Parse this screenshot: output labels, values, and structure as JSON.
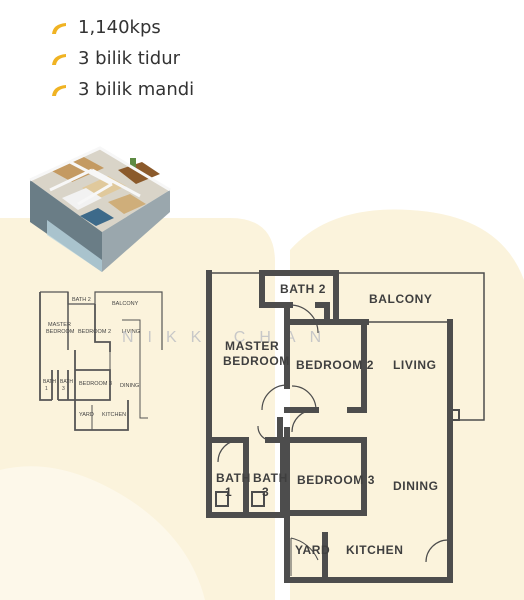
{
  "features": [
    {
      "icon": "swoosh-icon",
      "text": "1,140kps"
    },
    {
      "icon": "swoosh-icon",
      "text": "3 bilik tidur"
    },
    {
      "icon": "swoosh-icon",
      "text": "3 bilik mandi"
    }
  ],
  "watermark": "NIKK CHAN",
  "colors": {
    "accent": "#f0b323",
    "cream": "#fbf3dc",
    "wall": "#4d4d4d"
  },
  "floor_plan": {
    "rooms": {
      "bath2": "BATH 2",
      "balcony": "BALCONY",
      "master_line1": "MASTER",
      "master_line2": "BEDROOM",
      "bedroom2": "BEDROOM 2",
      "living": "LIVING",
      "bath1_line1": "BATH",
      "bath1_line2": "1",
      "bath3_line1": "BATH",
      "bath3_line2": "3",
      "bedroom3": "BEDROOM 3",
      "dining": "DINING",
      "yard": "YARD",
      "kitchen": "KITCHEN"
    }
  },
  "mini_plan": {
    "rooms": {
      "bath2": "BATH 2",
      "balcony": "BALCONY",
      "master_line1": "MASTER",
      "master_line2": "BEDROOM",
      "bedroom2": "BEDROOM 2",
      "living": "LIVING",
      "bath1_line1": "BATH",
      "bath1_line2": "1",
      "bath3_line1": "BATH",
      "bath3_line2": "3",
      "bedroom3": "BEDROOM 3",
      "dining": "DINING",
      "yard": "YARD",
      "kitchen": "KITCHEN"
    }
  }
}
